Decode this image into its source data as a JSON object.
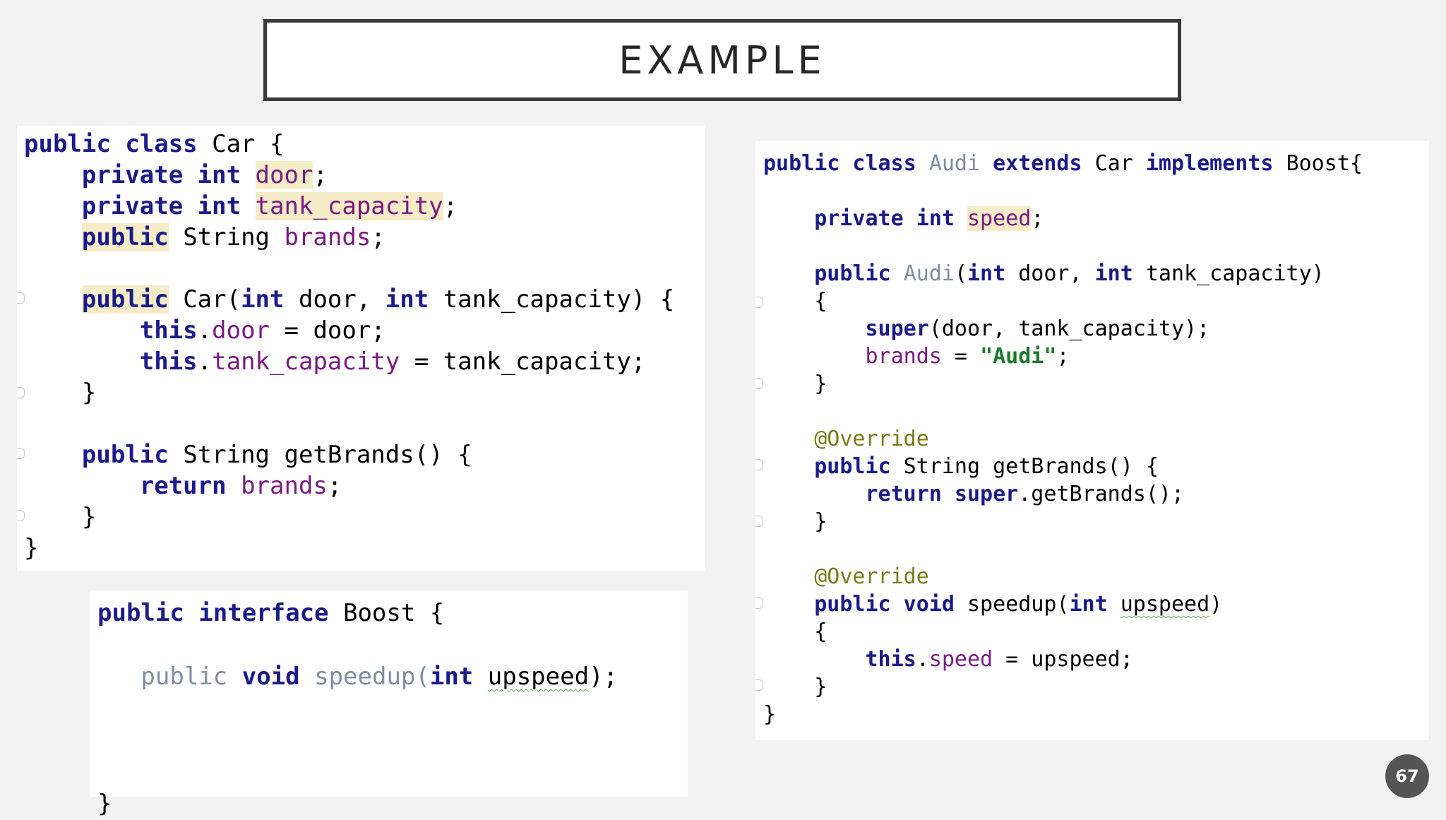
{
  "slide": {
    "title": "EXAMPLE",
    "page_number": "67"
  },
  "car_code": {
    "l1": {
      "kw": "public class",
      "rest": " Car {"
    },
    "l2": {
      "kw": "private int",
      "sp": " ",
      "field": "door",
      "end": ";"
    },
    "l3": {
      "kw": "private int",
      "sp": " ",
      "field": "tank_capacity",
      "end": ";"
    },
    "l4": {
      "kw": "public",
      "mid": " String ",
      "field": "brands",
      "end": ";"
    },
    "l5": {
      "kw1": "public",
      "mid1": " Car(",
      "kw2": "int",
      "mid2": " door, ",
      "kw3": "int",
      "end": " tank_capacity) {"
    },
    "l6": {
      "kw": "this",
      "dot": ".",
      "field": "door",
      "end": " = door;"
    },
    "l7": {
      "kw": "this",
      "dot": ".",
      "field": "tank_capacity",
      "end": " = tank_capacity;"
    },
    "l8": "}",
    "l9": {
      "kw": "public",
      "rest": " String getBrands() {"
    },
    "l10": {
      "kw": "return",
      "sp": " ",
      "field": "brands",
      "end": ";"
    },
    "l11": "}",
    "l12": "}"
  },
  "boost_code": {
    "l1": {
      "kw": "public interface",
      "rest": " Boost {"
    },
    "l2": {
      "g1": "public",
      "sp": " ",
      "kw": "void",
      "g2": " speedup(",
      "kw2": "int",
      "sp2": " ",
      "param": "upspeed",
      "end": ");"
    },
    "l3": "}"
  },
  "audi_code": {
    "l1": {
      "kw": "public class",
      "sp": " ",
      "name": "Audi",
      "kw2": " extends ",
      "mid": "Car",
      "kw3": " implements ",
      "end": "Boost{"
    },
    "l2": {
      "kw": "private int",
      "sp": " ",
      "field": "speed",
      "end": ";"
    },
    "l3": {
      "kw": "public",
      "sp": " ",
      "name": "Audi",
      "p": "(",
      "kw2": "int",
      "mid": " door, ",
      "kw3": "int",
      "end": " tank_capacity)"
    },
    "l4": "{",
    "l5": {
      "kw": "super",
      "end": "(door, tank_capacity);"
    },
    "l6": {
      "field": "brands",
      "mid": " = ",
      "str": "\"Audi\"",
      "end": ";"
    },
    "l7": "}",
    "l8": "@Override",
    "l9": {
      "kw": "public",
      "rest": " String getBrands() {"
    },
    "l10": {
      "kw": "return super",
      "end": ".getBrands();"
    },
    "l11": "}",
    "l12": "@Override",
    "l13": {
      "kw": "public void",
      "mid": " speedup(",
      "kw2": "int",
      "sp": " ",
      "param": "upspeed",
      "end": ")"
    },
    "l14": "{",
    "l15": {
      "kw": "this",
      "dot": ".",
      "field": "speed",
      "end": " = upspeed;"
    },
    "l16": "}",
    "l17": "}"
  },
  "colors": {
    "keyword": "#1a1a8a",
    "field": "#7a1a82",
    "annotation": "#7a7a1a",
    "string": "#1a7a2a",
    "highlight": "#f5ecc8"
  }
}
